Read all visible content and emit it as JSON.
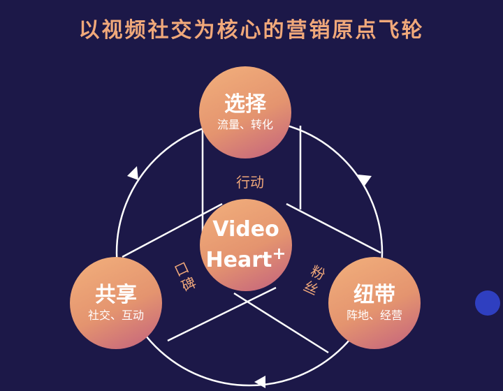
{
  "title": "以视频社交为核心的营销原点飞轮",
  "colors": {
    "background": "#1c1848",
    "accent": "#f0a87a",
    "node_gradient": [
      "#f2b07c",
      "#c2607e"
    ],
    "dot": "#2f3fc0"
  },
  "nodes": {
    "top": {
      "title": "选择",
      "subtitle": "流量、转化"
    },
    "left": {
      "title": "共享",
      "subtitle": "社交、互动"
    },
    "right": {
      "title": "纽带",
      "subtitle": "阵地、经营"
    },
    "center": {
      "line1": "Video",
      "line2": "Heart",
      "sup": "+"
    }
  },
  "edge_labels": {
    "action": "行动",
    "word_of_mouth": "口碑",
    "fans": "粉丝"
  }
}
